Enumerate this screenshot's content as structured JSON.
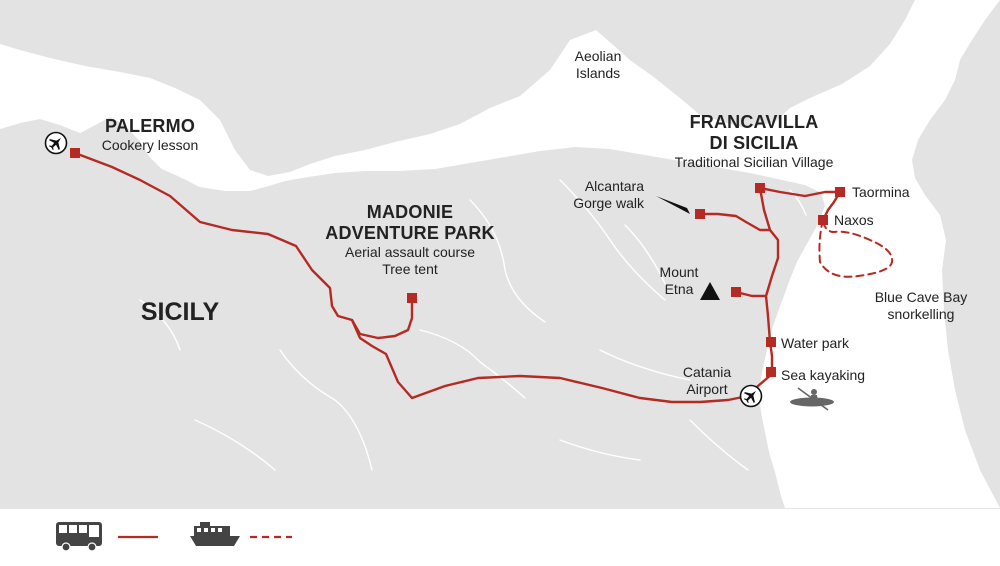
{
  "colors": {
    "sea": "#ffffff",
    "land": "#e3e3e3",
    "coast": "#ffffff",
    "river": "#ffffff",
    "route": "#b52a23",
    "stop": "#b52a23",
    "icon": "#444444",
    "legend_bg": "#ffffff",
    "legend_line": "#e5e5e5"
  },
  "labels": {
    "aeolian": [
      "Aeolian",
      "Islands"
    ],
    "palermo": {
      "title": "PALERMO",
      "subtitle": "Cookery lesson"
    },
    "madonie": {
      "title": [
        "MADONIE",
        "ADVENTURE PARK"
      ],
      "activities": [
        "Aerial assault course",
        "Tree tent"
      ]
    },
    "sicily": "SICILY",
    "francavilla": {
      "title": [
        "FRANCAVILLA",
        "DI SICILIA"
      ],
      "subtitle": "Traditional Sicilian Village"
    },
    "alcantara": [
      "Alcantara",
      "Gorge walk"
    ],
    "taormina": "Taormina",
    "naxos": "Naxos",
    "etna": [
      "Mount",
      "Etna"
    ],
    "blue_cave": [
      "Blue Cave Bay",
      "snorkelling"
    ],
    "water_park": "Water park",
    "catania": [
      "Catania",
      "Airport"
    ],
    "sea_kayaking": "Sea kayaking"
  },
  "icons": {
    "airport": "airplane-icon",
    "volcano": "volcano-icon",
    "kayak": "kayak-icon",
    "bus": "bus-icon",
    "boat": "boat-icon"
  },
  "legend": [
    {
      "icon": "bus-icon",
      "line": "solid"
    },
    {
      "icon": "boat-icon",
      "line": "dashed"
    }
  ]
}
